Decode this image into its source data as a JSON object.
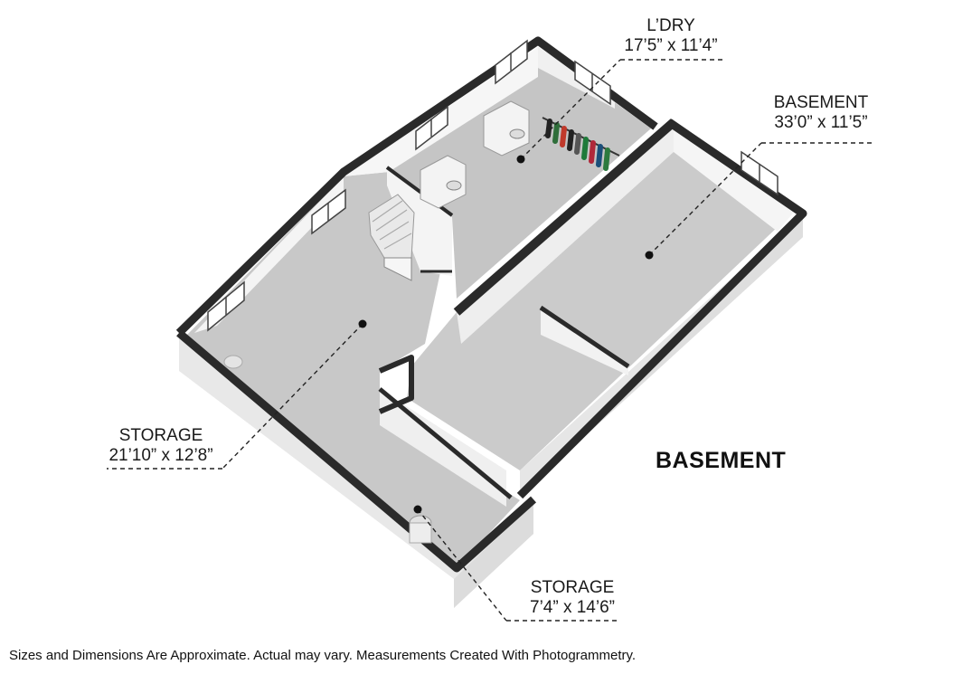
{
  "floor_title": "BASEMENT",
  "disclaimer": "Sizes and Dimensions Are Approximate. Actual may vary. Measurements Created With Photogrammetry.",
  "rooms": [
    {
      "id": "laundry",
      "name": "L’DRY",
      "dimensions": "17’5” x 11’4”"
    },
    {
      "id": "basement",
      "name": "BASEMENT",
      "dimensions": "33’0” x 11’5”"
    },
    {
      "id": "storage-main",
      "name": "STORAGE",
      "dimensions": "21’10” x 12’8”"
    },
    {
      "id": "storage-small",
      "name": "STORAGE",
      "dimensions": "7’4” x 14’6”"
    }
  ],
  "colors": {
    "floor": "#c9c9c9",
    "wall_top": "#2b2b2b",
    "wall_face": "#f2f2f2",
    "outer_face": "#e6e6e6"
  }
}
